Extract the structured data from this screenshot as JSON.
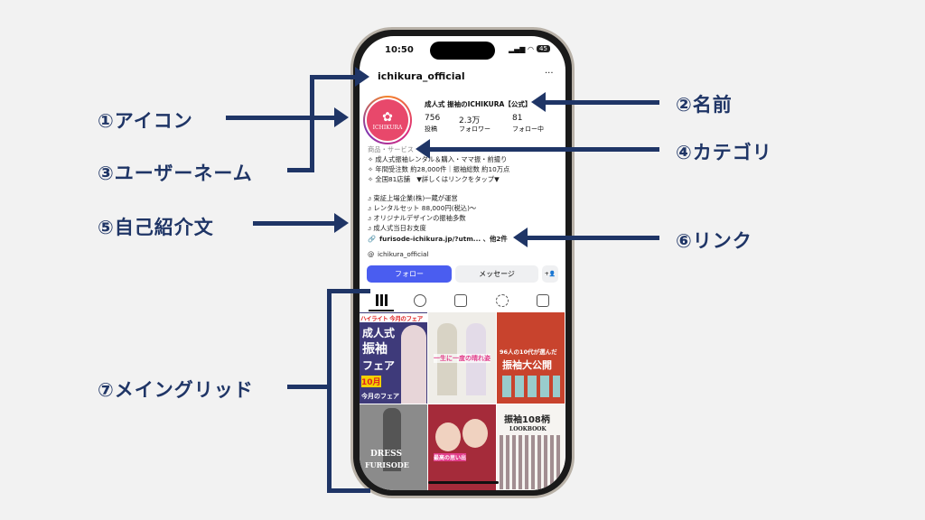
{
  "labels": {
    "icon": "①アイコン",
    "name": "②名前",
    "username": "③ユーザーネーム",
    "category": "④カテゴリ",
    "bio": "⑤自己紹介文",
    "link": "⑥リンク",
    "grid": "⑦メイングリッド"
  },
  "colors": {
    "annotation": "#1f3566",
    "follow_button": "#4a5df0"
  },
  "status": {
    "time": "10:50",
    "battery": "45"
  },
  "profile": {
    "username": "ichikura_official",
    "menu": "···",
    "avatar_text": "ICHIKURA",
    "display_name": "成人式 振袖のICHIKURA【公式】",
    "stats": [
      {
        "value": "756",
        "label": "投稿"
      },
      {
        "value": "2.3万",
        "label": "フォロワー"
      },
      {
        "value": "81",
        "label": "フォロー中"
      }
    ],
    "category": "商品・サービス",
    "bio": [
      "✧ 成人式振袖レンタル＆購入・ママ振・前撮り",
      "✧ 年間受注数 約28,000件｜振袖総数 約10万点",
      "✧ 全国81店舗　▼詳しくはリンクをタップ▼",
      "",
      "೨ 東証上場企業(株)一蔵が運営",
      "೨ レンタルセット 88,000円(税込)～",
      "೨ オリジナルデザインの振袖多数",
      "೨ 成人式当日お支度"
    ],
    "link": "furisode-ichikura.jp/?utm... 、他2件",
    "threads": "ichikura_official",
    "follow": "フォロー",
    "message": "メッセージ",
    "add_user": "+👤"
  },
  "grid": [
    {
      "lines": [
        "成人式",
        "振袖",
        "フェア",
        "10月",
        "今月のフェア"
      ],
      "top": "ハイライト 今月のフェア"
    },
    {
      "lines": [
        "一生に一度の晴れ姿"
      ]
    },
    {
      "lines": [
        "96人の10代が選んだ",
        "振袖大公開"
      ]
    },
    {
      "lines": [
        "DRESS",
        "FURISODE"
      ]
    },
    {
      "lines": [
        "最高の思い出"
      ]
    },
    {
      "lines": [
        "振袖108柄",
        "LOOKBOOK"
      ]
    }
  ]
}
